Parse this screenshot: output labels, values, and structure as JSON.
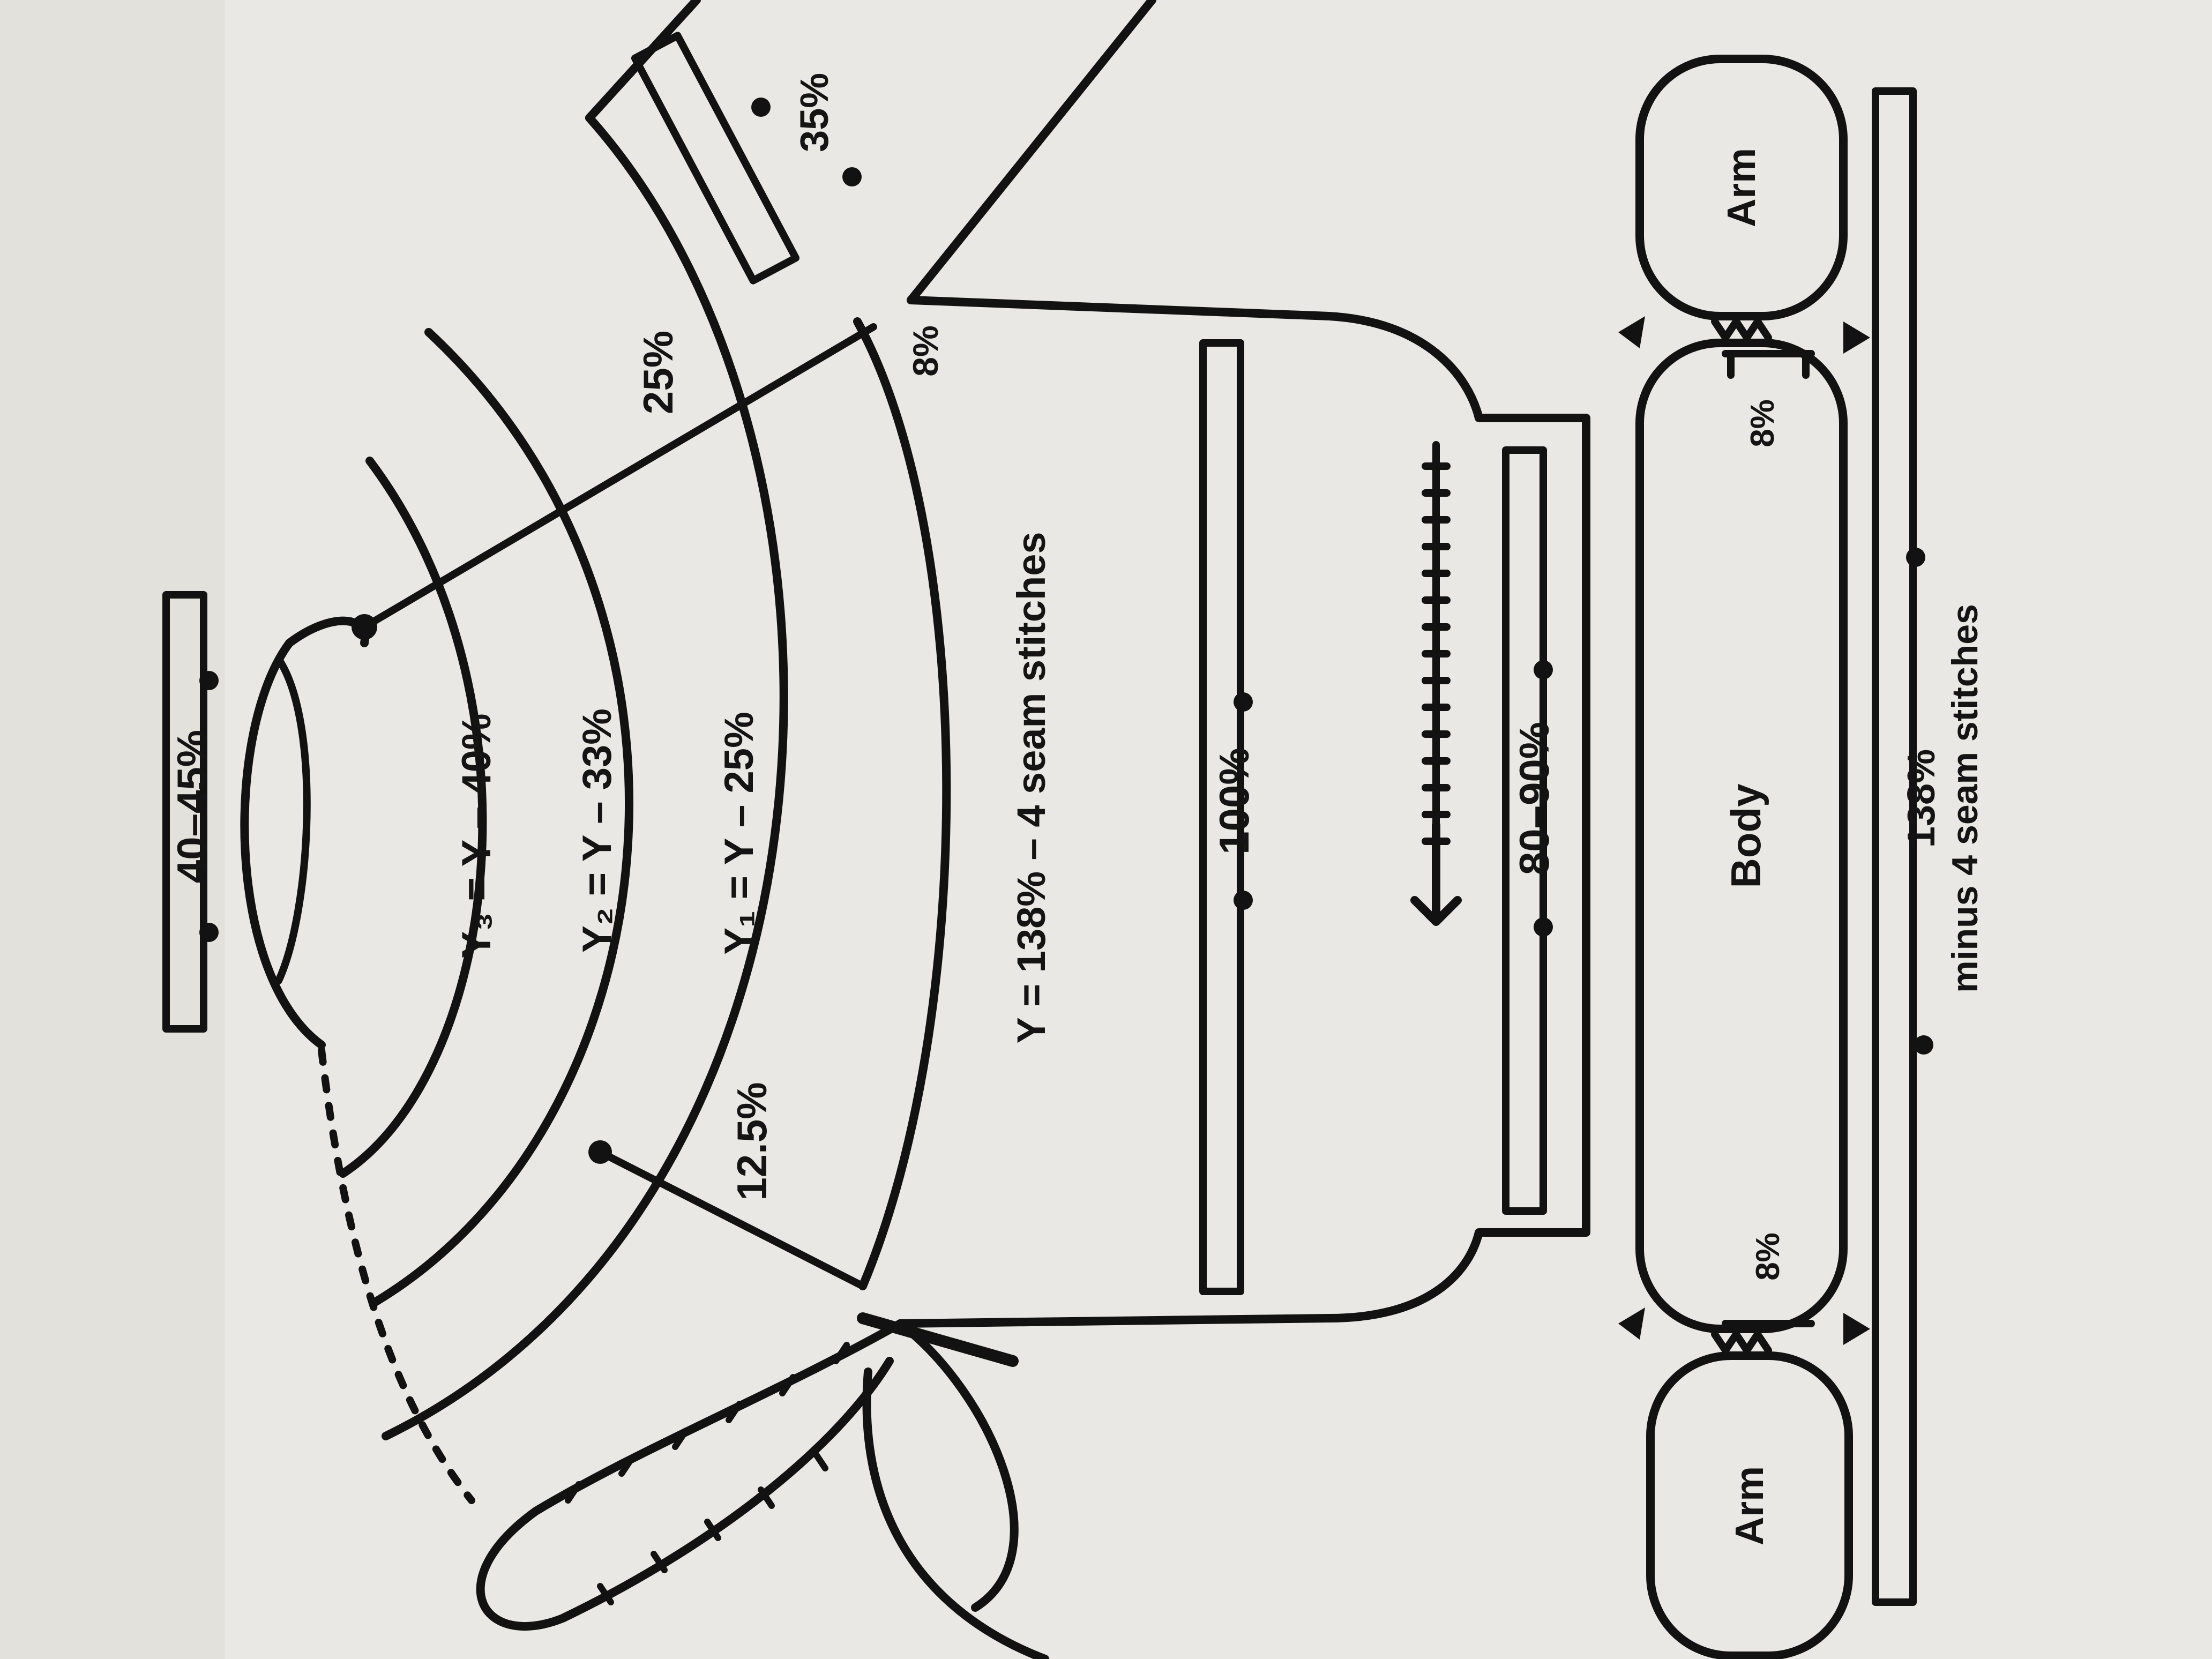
{
  "yoke": {
    "neck_label": "40–45%",
    "ring3_label": "Y₃ = Y – 40%",
    "ring2_label": "Y₂ = Y – 33%",
    "ring1_label": "Y₁ = Y – 25%",
    "base_label": "Y = 138% – 4 seam stitches",
    "sleeve_top_label": "35%",
    "underarm_right_label": "8%",
    "raglan_left_label": "12.5%",
    "raglan_right_label": "25%"
  },
  "body_piece": {
    "width_label": "100%",
    "ribbing_label": "80–90%"
  },
  "layout_strip": {
    "arm_left_label": "Arm",
    "body_label": "Body",
    "arm_right_label": "Arm",
    "underarm_left_label": "8%",
    "underarm_right_label": "8%",
    "total_label": "138%",
    "total_sublabel": "minus 4 seam stitches"
  }
}
